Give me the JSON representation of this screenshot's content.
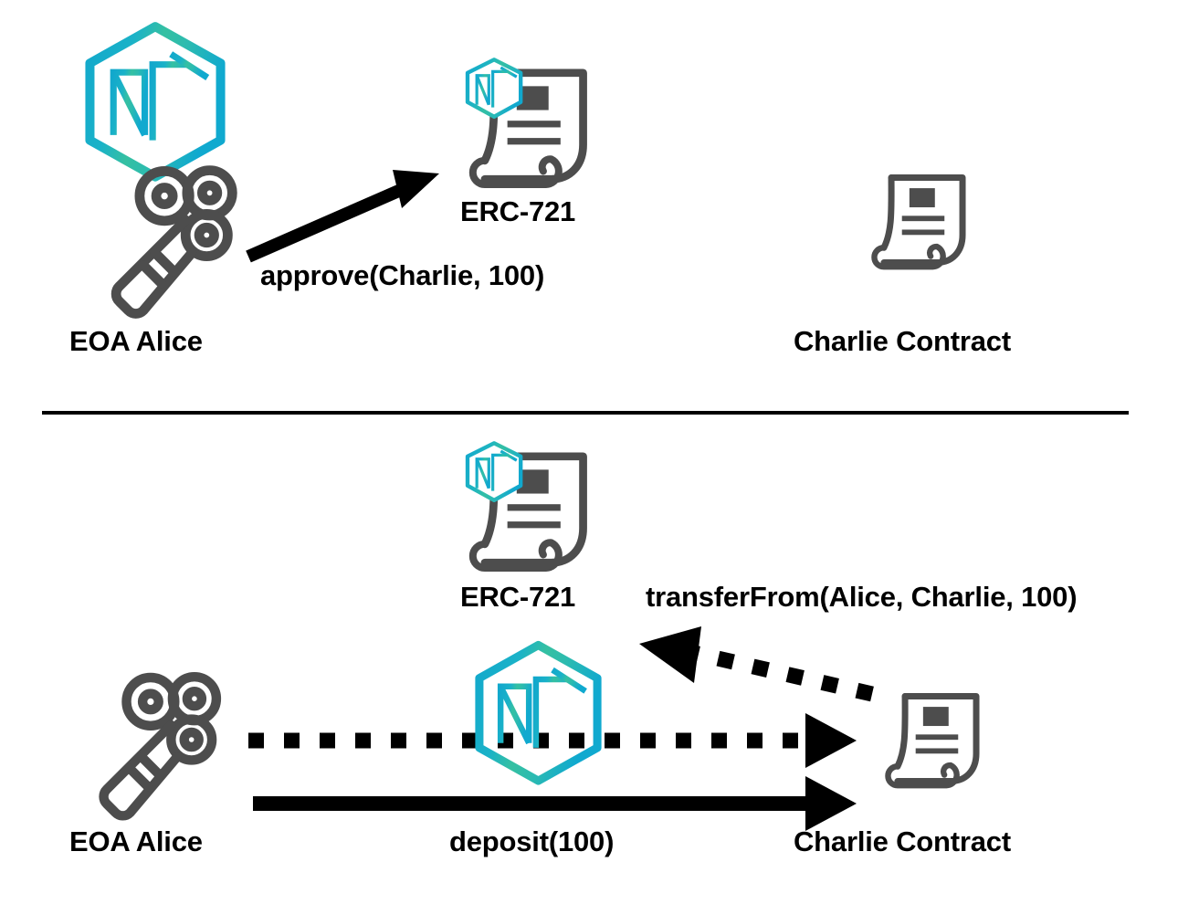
{
  "diagram": {
    "title": "ERC-721 approve and transferFrom flow",
    "background_color": "#ffffff",
    "stroke_color": "#000000",
    "icon_color": "#4d4d4d",
    "accent_color_cyan": "#17aece",
    "accent_color_teal": "#2dbca0"
  },
  "panels": [
    {
      "id": "top",
      "nodes": [
        {
          "id": "alice-top",
          "label": "EOA Alice",
          "icon": "key-icon",
          "badge": "nft-hexagon-icon"
        },
        {
          "id": "erc721-top",
          "label": "ERC-721",
          "icon": "scroll-nft-icon"
        },
        {
          "id": "charlie-top",
          "label": "Charlie Contract",
          "icon": "scroll-icon"
        }
      ],
      "edges": [
        {
          "id": "approve-edge",
          "label": "approve(Charlie, 100)",
          "style": "solid",
          "from": "alice-top",
          "to": "erc721-top"
        }
      ]
    },
    {
      "id": "bottom",
      "nodes": [
        {
          "id": "alice-bottom",
          "label": "EOA Alice",
          "icon": "key-icon"
        },
        {
          "id": "erc721-bottom",
          "label": "ERC-721",
          "icon": "scroll-nft-icon"
        },
        {
          "id": "charlie-bottom",
          "label": "Charlie Contract",
          "icon": "scroll-icon"
        },
        {
          "id": "nft-token-bottom",
          "label": "",
          "icon": "nft-hexagon-icon"
        }
      ],
      "edges": [
        {
          "id": "transferfrom-edge",
          "label": "transferFrom(Alice, Charlie, 100)",
          "style": "dotted",
          "from": "charlie-bottom",
          "to": "erc721-bottom"
        },
        {
          "id": "nft-move-edge",
          "label": "",
          "style": "dotted",
          "from": "alice-bottom",
          "to": "charlie-bottom"
        },
        {
          "id": "deposit-edge",
          "label": "deposit(100)",
          "style": "solid",
          "from": "alice-bottom",
          "to": "charlie-bottom"
        }
      ]
    }
  ],
  "labels": {
    "alice_top": "EOA Alice",
    "erc721_top": "ERC-721",
    "charlie_top": "Charlie Contract",
    "approve_call": "approve(Charlie, 100)",
    "alice_bottom": "EOA Alice",
    "erc721_bottom": "ERC-721",
    "charlie_bottom": "Charlie Contract",
    "transfer_from_call": "transferFrom(Alice, Charlie, 100)",
    "deposit_call": "deposit(100)"
  },
  "icon_names": {
    "key": "key-icon",
    "nft_hexagon": "nft-hexagon-icon",
    "scroll": "scroll-icon",
    "scroll_nft": "scroll-nft-icon",
    "arrow_solid": "arrow-solid-icon",
    "arrow_dotted": "arrow-dotted-icon",
    "divider": "panel-divider"
  }
}
